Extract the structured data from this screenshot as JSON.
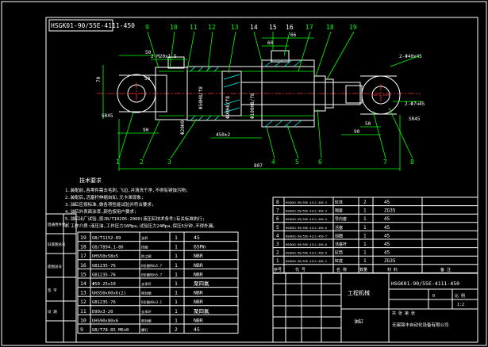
{
  "drawing_number_top": "HSGK01-90/55E-4111-450",
  "callouts_top": [
    "9",
    "10",
    "11",
    "12",
    "13",
    "14",
    "15",
    "16",
    "17",
    "18",
    "19"
  ],
  "callouts_bottom": [
    "1",
    "2",
    "3",
    "4",
    "5",
    "6",
    "7",
    "8"
  ],
  "dims": {
    "d50_top": "50",
    "thread": "2-M20x1.5",
    "d60": "60",
    "d66": "66",
    "d70": "70",
    "pin": "2-Φ40x45",
    "d50_mid": "50",
    "ball_left": "SR45",
    "ball_right": "SR45",
    "d90_left": "90",
    "d90_right": "90",
    "d50_right": "50",
    "d450": "450±2",
    "d807": "807",
    "fit1": "Φ90H8/f8",
    "fit2": "Φ100H8/f8",
    "fit3": "Φ50H8/f8",
    "fit4": "Φ20H9",
    "dim_r77": "2-Φ7ч45"
  },
  "notes": {
    "title": "技术要求",
    "lines": [
      "1.装配前,各零件需去毛刺,飞边,并清洗干净,不得有锈蚀污物;",
      "2.装配后,活塞杆伸缩自如,无卡滞现象;",
      "3.油缸应按标准,做各项性能试验并符合要求;",
      "4.油缸外表面涂漆,颜色按用户要求;",
      "5.油缸出厂试验,按JB/T10205-2000(液压缸技术条件)有关标准执行;",
      "6.工作介质:液压油,工作压力16Mpa,试验压力24Mpa,保压5分钟,不得外漏。"
    ]
  },
  "left_stamp": [
    "借通用件登记",
    "旧底图总号",
    "底图总号",
    "签 字",
    "日 期"
  ],
  "parts_upper": [
    {
      "no": "8",
      "code": "HSGK01-90/55E-4111-450-3",
      "name": "缸体",
      "qty": "2",
      "mat": "45"
    },
    {
      "no": "7",
      "code": "HSGK01-90/55E-4111-450-4",
      "name": "隔套",
      "qty": "1",
      "mat": "ZG35"
    },
    {
      "no": "6",
      "code": "HSGK01-90/55E-4111-450-5",
      "name": "导向套",
      "qty": "1",
      "mat": "45"
    },
    {
      "no": "5",
      "code": "HSGK01-90/55E-4111-450-6",
      "name": "活塞",
      "qty": "1",
      "mat": "45"
    },
    {
      "no": "4",
      "code": "HSGK01-90/55E-4111-450-7",
      "name": "挡圈",
      "qty": "1",
      "mat": "45"
    },
    {
      "no": "3",
      "code": "HSGK01-90/55E-4111-450-8",
      "name": "活塞杆",
      "qty": "1",
      "mat": "45"
    },
    {
      "no": "2",
      "code": "HSGK01-90/55E-4111-450-9",
      "name": "缸筒",
      "qty": "1",
      "mat": "45"
    },
    {
      "no": "1",
      "code": "HSGK01-90/55E-4111-450-2",
      "name": "缸底",
      "qty": "1",
      "mat": "ZG35"
    }
  ],
  "parts_upper_header": {
    "no": "序号",
    "code": "代 号",
    "name": "名 称",
    "qty": "数量",
    "mat": "材 料",
    "note": "备 注"
  },
  "parts_lower": [
    {
      "no": "19",
      "code": "GB/T1152-89",
      "name": "油杯",
      "qty": "1",
      "mat": "45"
    },
    {
      "no": "18",
      "code": "GB/T894.1-86",
      "name": "挡圈",
      "qty": "1",
      "mat": "65Mn"
    },
    {
      "no": "17",
      "code": "UHS50x58x5",
      "name": "防尘圈",
      "qty": "1",
      "mat": "NBR"
    },
    {
      "no": "16",
      "code": "GB1235-76",
      "name": "O形圈90x5.7",
      "qty": "1",
      "mat": "NBR"
    },
    {
      "no": "15",
      "code": "GB1235-76",
      "name": "O形圈90x5.7",
      "qty": "1",
      "mat": "NBR"
    },
    {
      "no": "14",
      "code": "Φ50-25x10",
      "name": "支承环",
      "qty": "1",
      "mat": "聚四氟"
    },
    {
      "no": "13",
      "code": "UHS50x60x6(2)",
      "name": "密封圈",
      "qty": "1",
      "mat": "NBR"
    },
    {
      "no": "12",
      "code": "GB1235-76",
      "name": "O形圈40x3.1",
      "qty": "1",
      "mat": "NBR"
    },
    {
      "no": "11",
      "code": "D90x3-20",
      "name": "支承环",
      "qty": "1",
      "mat": "聚四氟"
    },
    {
      "no": "10",
      "code": "UHS90x80x6",
      "name": "密封圈",
      "qty": "1",
      "mat": "NBR"
    },
    {
      "no": "9",
      "code": "GB/T78-85 M6x8",
      "name": "螺钉",
      "qty": "2",
      "mat": "45"
    }
  ],
  "title_block": {
    "product": "工程机械",
    "drawing_no": "HSGK01-90/55E-4111-450",
    "company": "无锡锦丰自动化设备有限公司",
    "scale_label": "比 例",
    "sheet": "共 张 第 张",
    "weight": "0",
    "scale": "1:2",
    "name": "油缸"
  }
}
